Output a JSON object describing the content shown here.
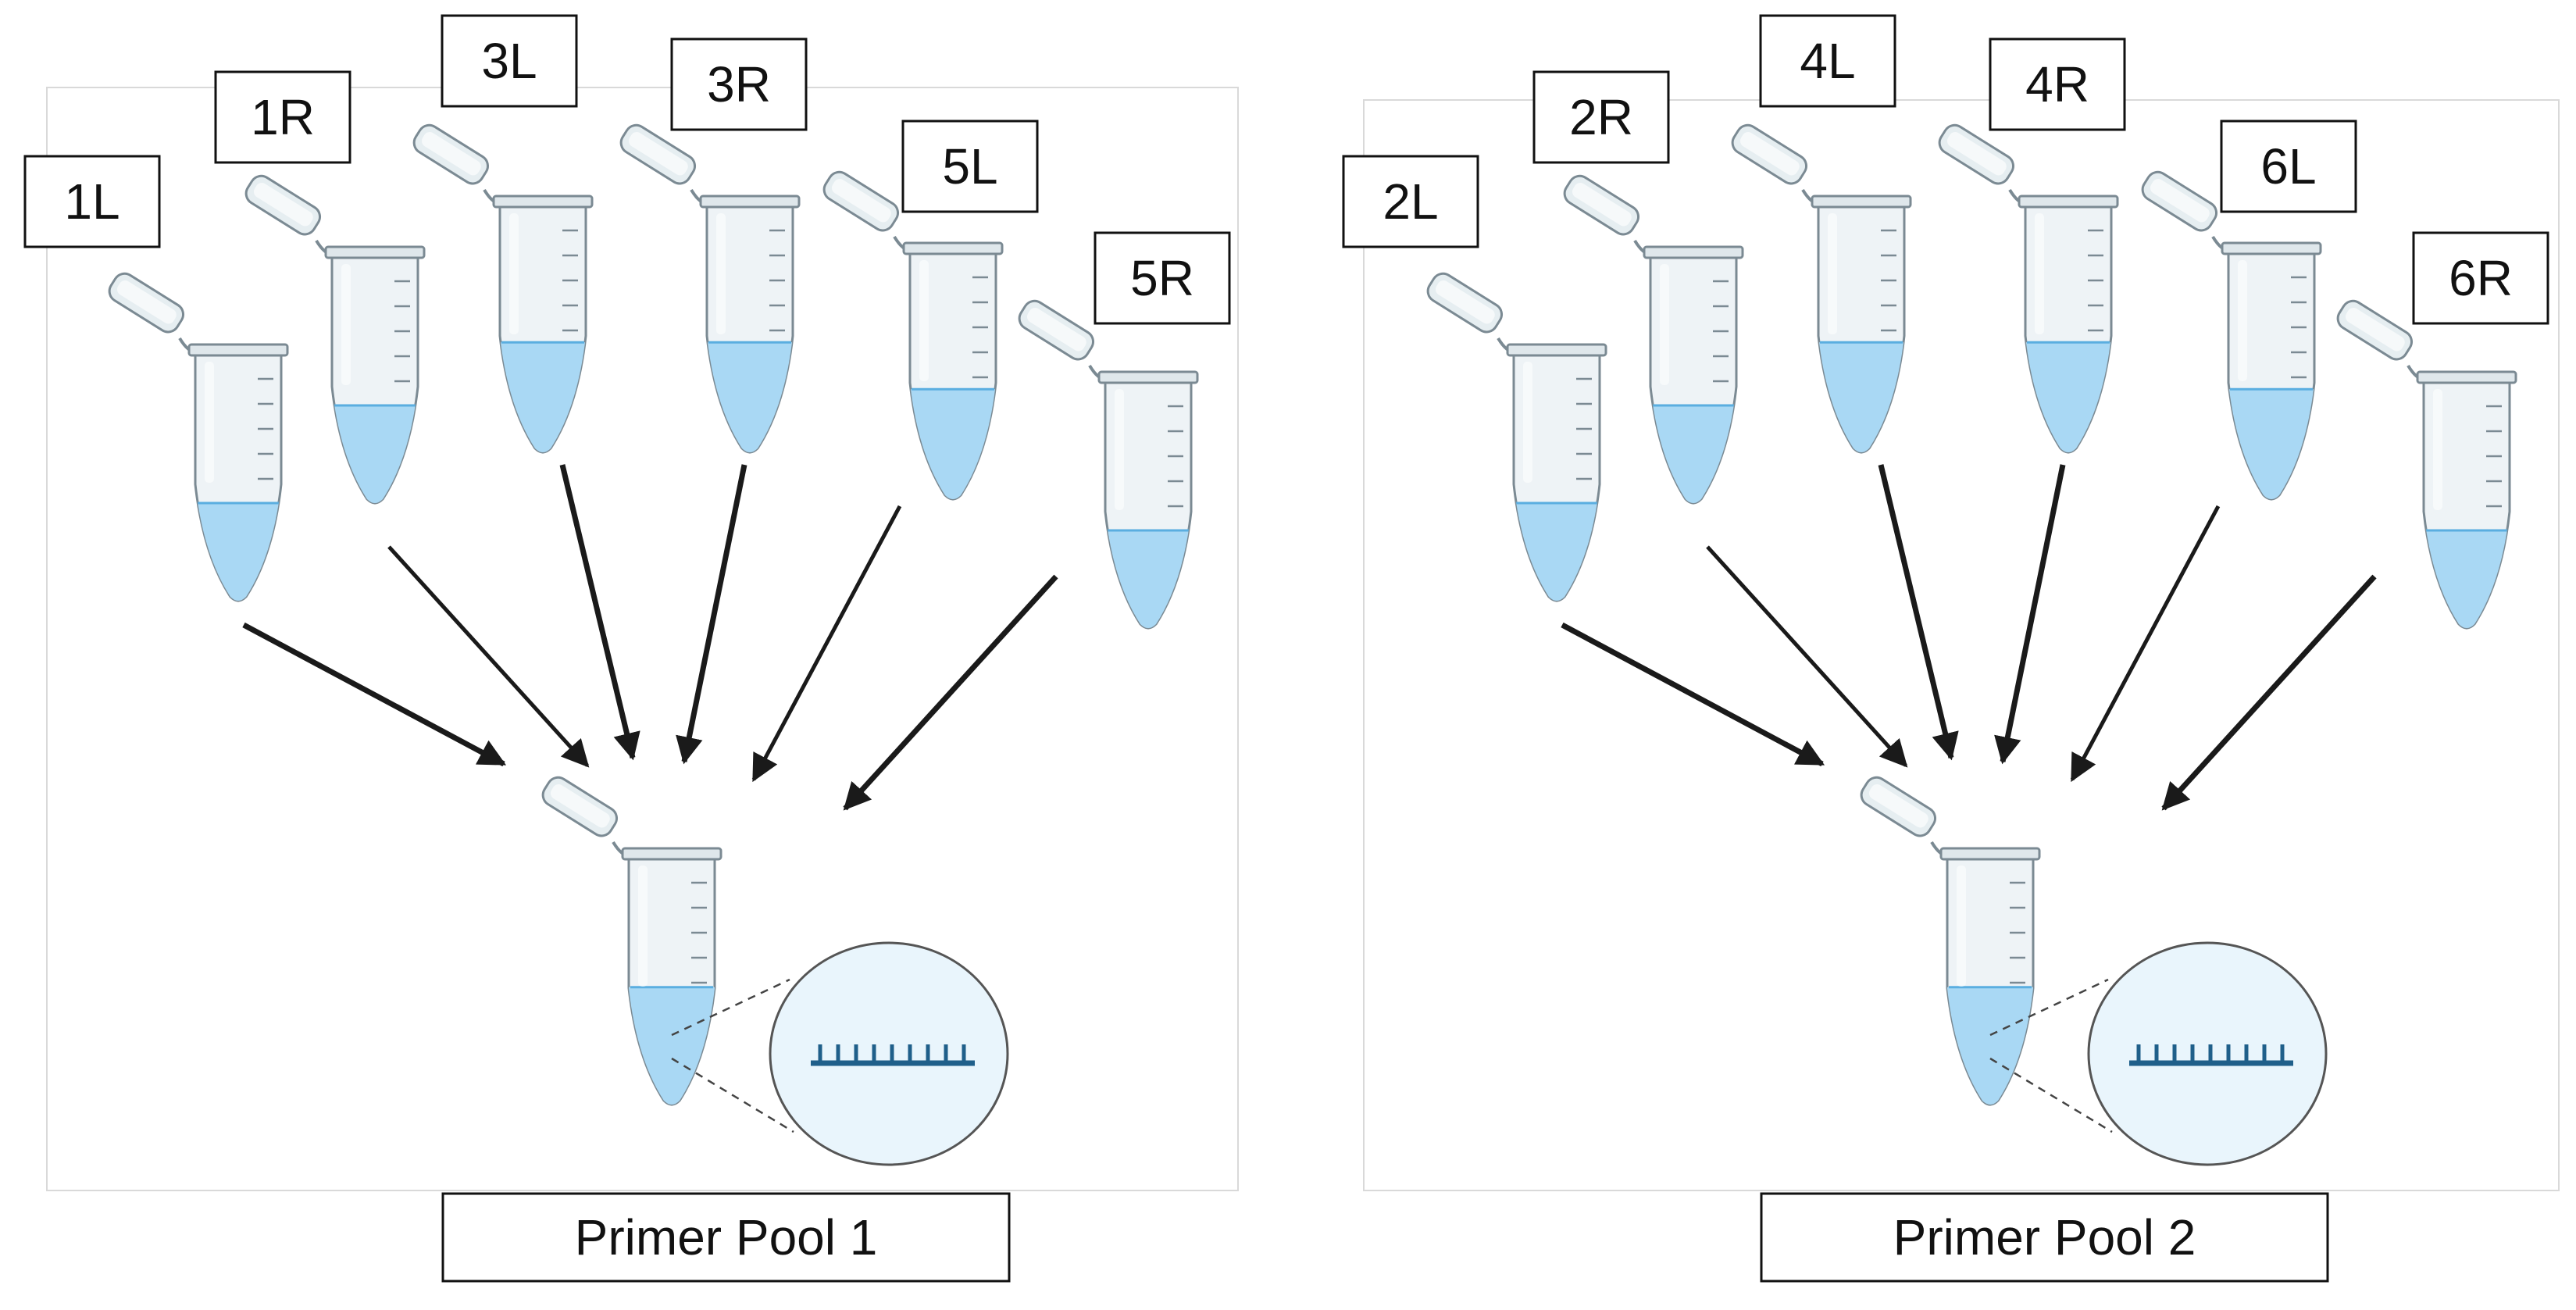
{
  "colors": {
    "tube_body": "#eef3f6",
    "tube_outline": "#7b8a93",
    "liquid": "#a9d8f4",
    "liquid_dark": "#5aaee0",
    "arrow": "#1a1a1a",
    "label_border": "#111111",
    "magnifier_fill": "#e9f5fc",
    "magnifier_border": "#555555",
    "oligo": "#1f5f8a"
  },
  "pools": [
    {
      "title": "Primer Pool 1",
      "tubes": [
        {
          "label": "1L",
          "fill_level": 0.4
        },
        {
          "label": "1R",
          "fill_level": 0.4
        },
        {
          "label": "3L",
          "fill_level": 0.45
        },
        {
          "label": "3R",
          "fill_level": 0.45
        },
        {
          "label": "5L",
          "fill_level": 0.45
        },
        {
          "label": "5R",
          "fill_level": 0.4
        }
      ]
    },
    {
      "title": "Primer Pool 2",
      "tubes": [
        {
          "label": "2L",
          "fill_level": 0.4
        },
        {
          "label": "2R",
          "fill_level": 0.4
        },
        {
          "label": "4L",
          "fill_level": 0.45
        },
        {
          "label": "4R",
          "fill_level": 0.45
        },
        {
          "label": "6L",
          "fill_level": 0.45
        },
        {
          "label": "6R",
          "fill_level": 0.4
        }
      ]
    }
  ]
}
